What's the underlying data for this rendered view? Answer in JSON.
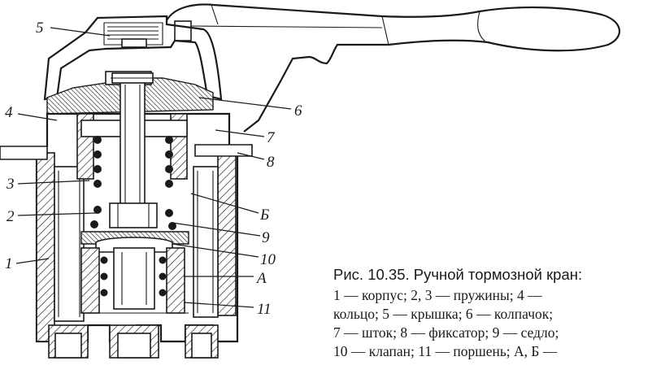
{
  "figure": {
    "caption_title": "Рис. 10.35. Ручной тормозной кран:",
    "caption_lines": [
      "1 — корпус; 2, 3 — пружины; 4 —",
      "кольцо; 5 — крышка; 6 — колпачок;",
      "7 — шток; 8 — фиксатор; 9 — седло;",
      "10 — клапан; 11 — поршень; А, Б —"
    ],
    "callouts": {
      "c5": "5",
      "c4": "4",
      "c3": "3",
      "c2": "2",
      "c1": "1",
      "c6": "6",
      "c7": "7",
      "c8": "8",
      "cB": "Б",
      "c9": "9",
      "c10": "10",
      "cA": "А",
      "c11": "11"
    }
  }
}
